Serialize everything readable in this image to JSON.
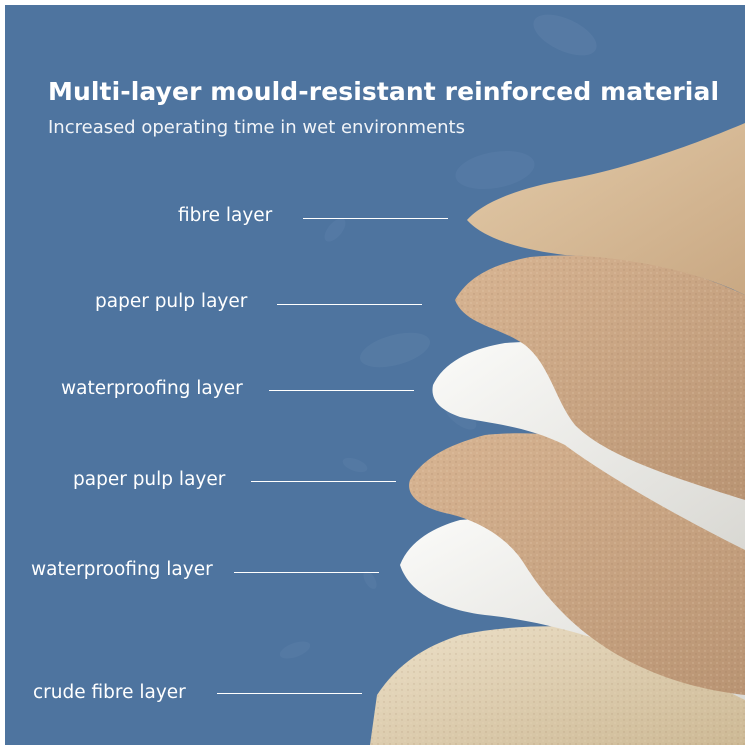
{
  "headline": "Multi-layer mould-resistant reinforced material",
  "subheadline": "Increased operating time in wet environments",
  "layers": [
    {
      "label": "fibre layer",
      "material": "fibre"
    },
    {
      "label": "paper pulp layer",
      "material": "pulp"
    },
    {
      "label": "waterproofing layer",
      "material": "waterproof"
    },
    {
      "label": "paper pulp layer",
      "material": "pulp"
    },
    {
      "label": "waterproofing layer",
      "material": "waterproof"
    },
    {
      "label": "crude fibre layer",
      "material": "crude-fibre"
    }
  ],
  "colors": {
    "background": "#4e749f",
    "fibre": "#d9bd9b",
    "pulp": "#cfaa87",
    "waterproof": "#f1f0ec",
    "crude_fibre": "#dfd0b4",
    "text": "#ffffff"
  }
}
